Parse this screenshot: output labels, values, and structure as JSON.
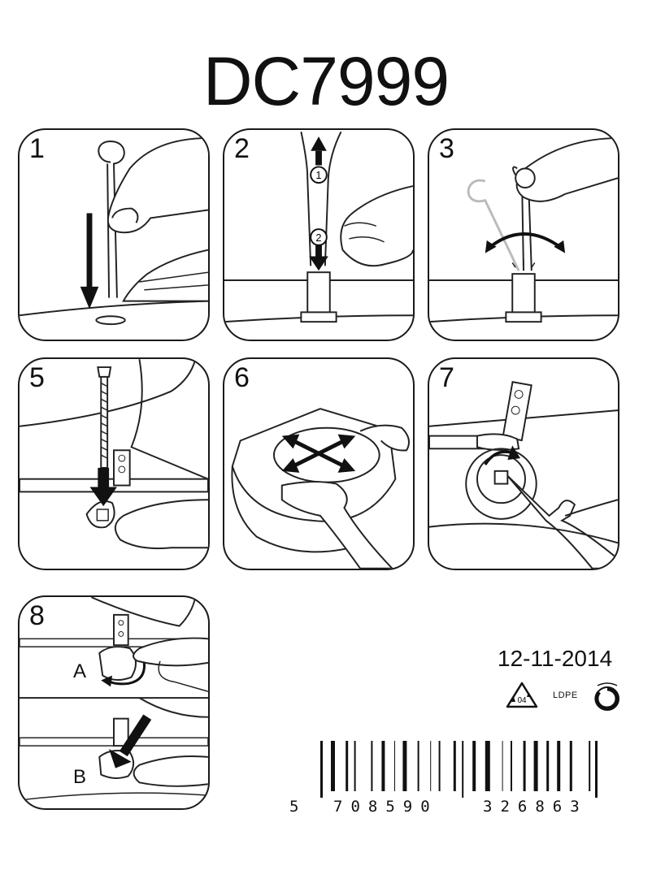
{
  "title": "DC7999",
  "steps": [
    {
      "number": "1"
    },
    {
      "number": "2",
      "markers": [
        "1",
        "2"
      ]
    },
    {
      "number": "3"
    },
    {
      "number": "5"
    },
    {
      "number": "6"
    },
    {
      "number": "7"
    },
    {
      "number": "8",
      "sub_labels": [
        "A",
        "B"
      ]
    }
  ],
  "date": "12-11-2014",
  "recycling": {
    "code": "04",
    "material": "LDPE",
    "icon": "recycle-triangle-icon",
    "green_dot": "green-dot-icon"
  },
  "barcode": {
    "first_digit": "5",
    "left_group": "708590",
    "right_group": "326863"
  }
}
